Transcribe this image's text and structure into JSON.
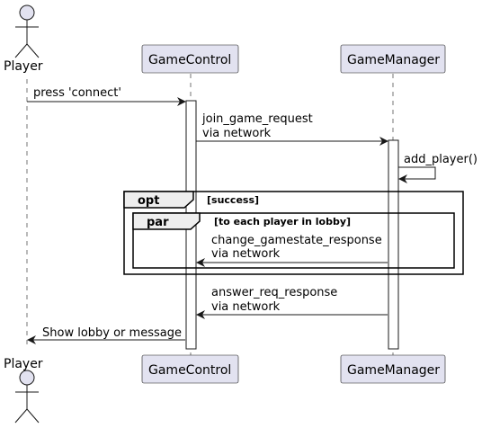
{
  "participants": {
    "player": "Player",
    "game_control": "GameControl",
    "game_manager": "GameManager"
  },
  "messages": {
    "m1": "press 'connect'",
    "m2_line1": "join_game_request",
    "m2_line2": "via network",
    "m3": "add_player()",
    "m4_line1": "change_gamestate_response",
    "m4_line2": "via network",
    "m5_line1": "answer_req_response",
    "m5_line2": "via network",
    "m6": "Show lobby or message"
  },
  "fragments": {
    "opt_keyword": "opt",
    "opt_guard": "[success]",
    "par_keyword": "par",
    "par_guard": "[to each player in lobby]"
  },
  "colors": {
    "participant_fill": "#E2E2F0",
    "participant_border": "#181818",
    "lifeline": "#181818",
    "activation_fill": "#FFFFFF"
  }
}
